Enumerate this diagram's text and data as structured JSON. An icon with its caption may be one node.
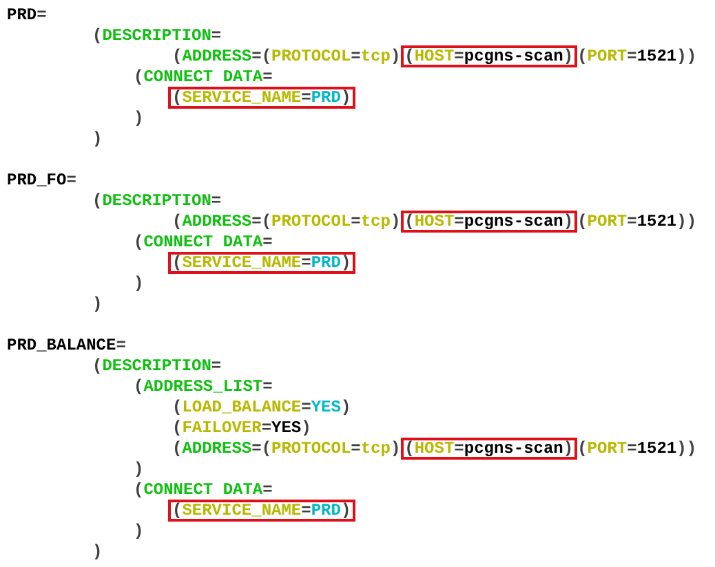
{
  "diagram": {
    "nodes": [
      {
        "text": [
          "(HOST=pcgns-scan)"
        ]
      },
      {
        "text": [
          "(SERVICE_NAME=PRD)"
        ]
      },
      {
        "text": [
          "(HOST=pcgns-scan)"
        ]
      },
      {
        "text": [
          "(SERVICE_NAME=PRD)"
        ]
      },
      {
        "text": [
          "(HOST=pcgns-scan)"
        ]
      },
      {
        "text": [
          "(SERVICE_NAME=PRD)"
        ]
      }
    ],
    "labels": [
      "PRD=",
      "(DESCRIPTION=",
      "(ADDRESS=(PROTOCOL=tcp)",
      "(PORT=1521))",
      "(CONNECT DATA=",
      ")",
      ")",
      "PRD_FO=",
      "(DESCRIPTION=",
      "(ADDRESS=(PROTOCOL=tcp)",
      "(PORT=1521))",
      "(CONNECT DATA=",
      ")",
      ")",
      "PRD_BALANCE=",
      "(DESCRIPTION=",
      "(ADDRESS_LIST=",
      "(LOAD_BALANCE=YES)",
      "(FAILOVER=YES)",
      "(ADDRESS=(PROTOCOL=tcp)",
      "(PORT=1521))",
      ")",
      "(CONNECT DATA=",
      ")",
      ")"
    ]
  }
}
